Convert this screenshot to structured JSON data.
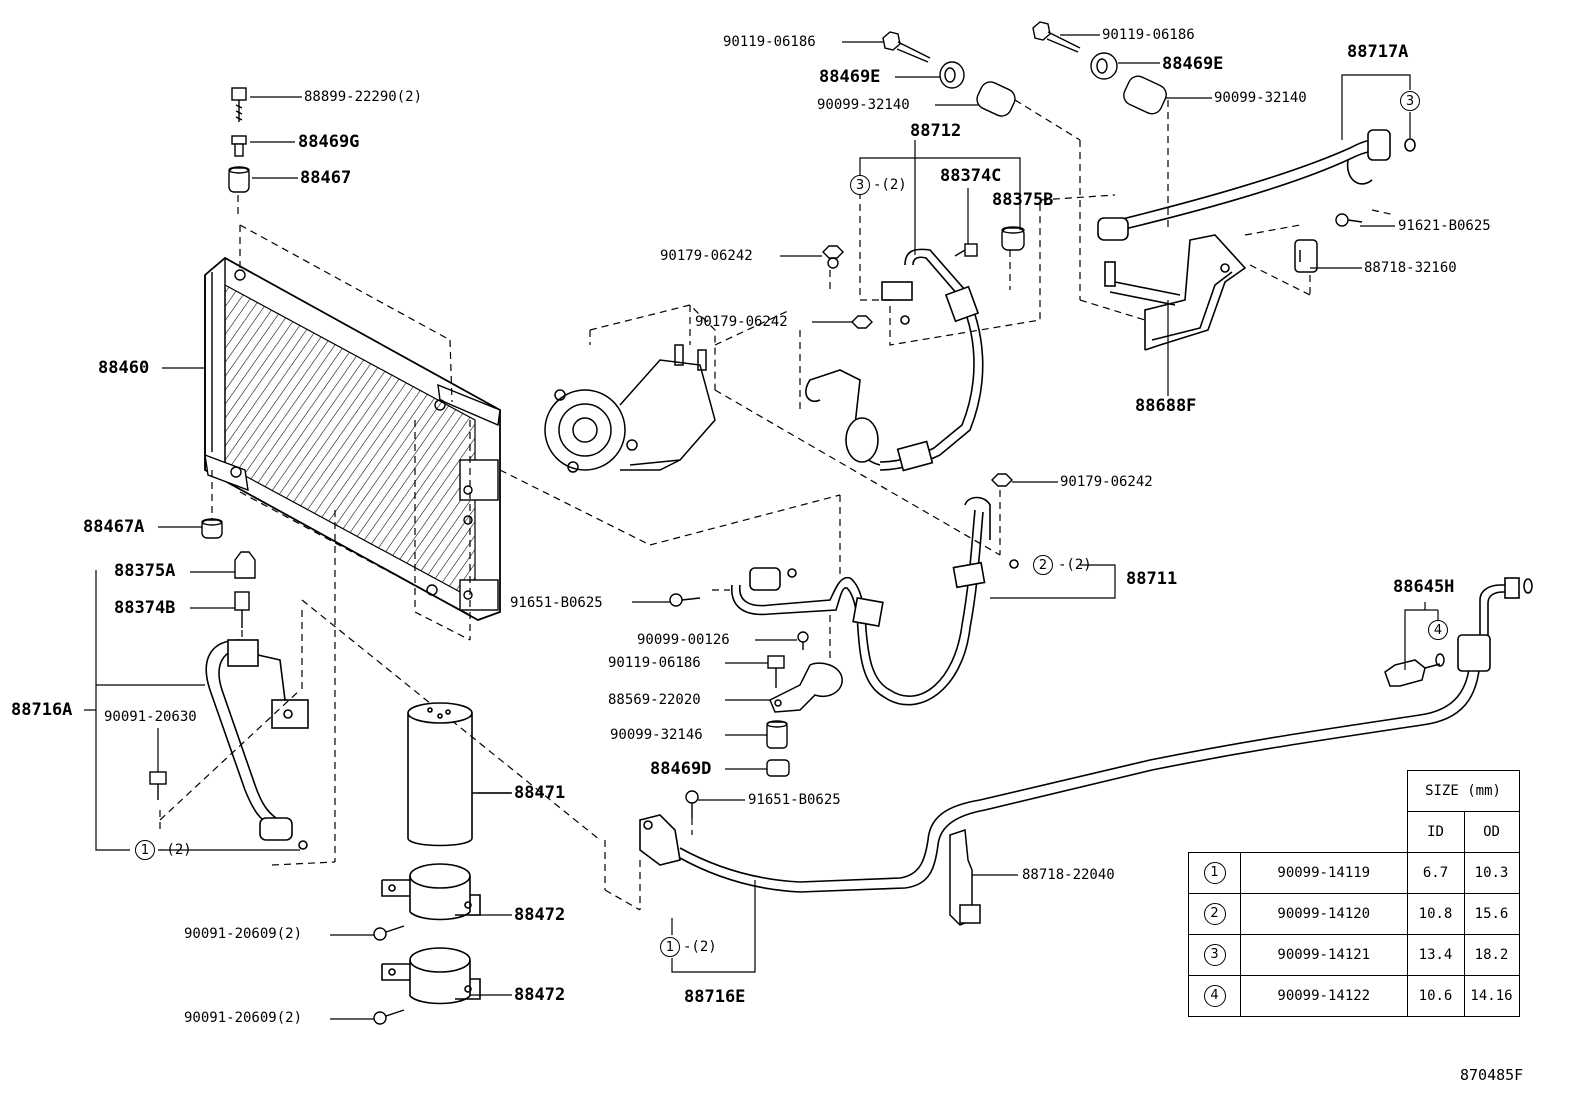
{
  "labels": {
    "p88899_22290": "88899-22290(2)",
    "p88469G": "88469G",
    "p88467": "88467",
    "p88460": "88460",
    "p88467A": "88467A",
    "p88375A": "88375A",
    "p88374B": "88374B",
    "p88716A": "88716A",
    "p90091_20630": "90091-20630",
    "p88471": "88471",
    "p88472_upper": "88472",
    "p88472_lower": "88472",
    "p90091_20609_upper": "90091-20609(2)",
    "p90091_20609_lower": "90091-20609(2)",
    "p90119_06186_left": "90119-06186",
    "p88469E_left": "88469E",
    "p90099_32140_left": "90099-32140",
    "p88712": "88712",
    "p88374C": "88374C",
    "p88375B": "88375B",
    "p90179_06242_a": "90179-06242",
    "p90179_06242_b": "90179-06242",
    "p90119_06186_right": "90119-06186",
    "p88469E_right": "88469E",
    "p90099_32140_right": "90099-32140",
    "p88717A": "88717A",
    "p91621_B0625": "91621-B0625",
    "p88718_32160": "88718-32160",
    "p88688F": "88688F",
    "p90179_06242_c": "90179-06242",
    "p88711": "88711",
    "p91651_B0625_a": "91651-B0625",
    "p90099_00126": "90099-00126",
    "p90119_06186_mid": "90119-06186",
    "p88569_22020": "88569-22020",
    "p90099_32146": "90099-32146",
    "p88469D": "88469D",
    "p91651_B0625_b": "91651-B0625",
    "p88716E": "88716E",
    "p88718_22040": "88718-22040",
    "p88645H": "88645H",
    "qty_2": "-(2)",
    "diagram_code": "870485F"
  },
  "oring_markers": {
    "m1": "1",
    "m2": "2",
    "m3": "3",
    "m4": "4"
  },
  "size_table": {
    "header_size": "SIZE (mm)",
    "header_id": "ID",
    "header_od": "OD",
    "rows": [
      {
        "mark": "1",
        "part": "90099-14119",
        "id": "6.7",
        "od": "10.3"
      },
      {
        "mark": "2",
        "part": "90099-14120",
        "id": "10.8",
        "od": "15.6"
      },
      {
        "mark": "3",
        "part": "90099-14121",
        "id": "13.4",
        "od": "18.2"
      },
      {
        "mark": "4",
        "part": "90099-14122",
        "id": "10.6",
        "od": "14.16"
      }
    ]
  }
}
